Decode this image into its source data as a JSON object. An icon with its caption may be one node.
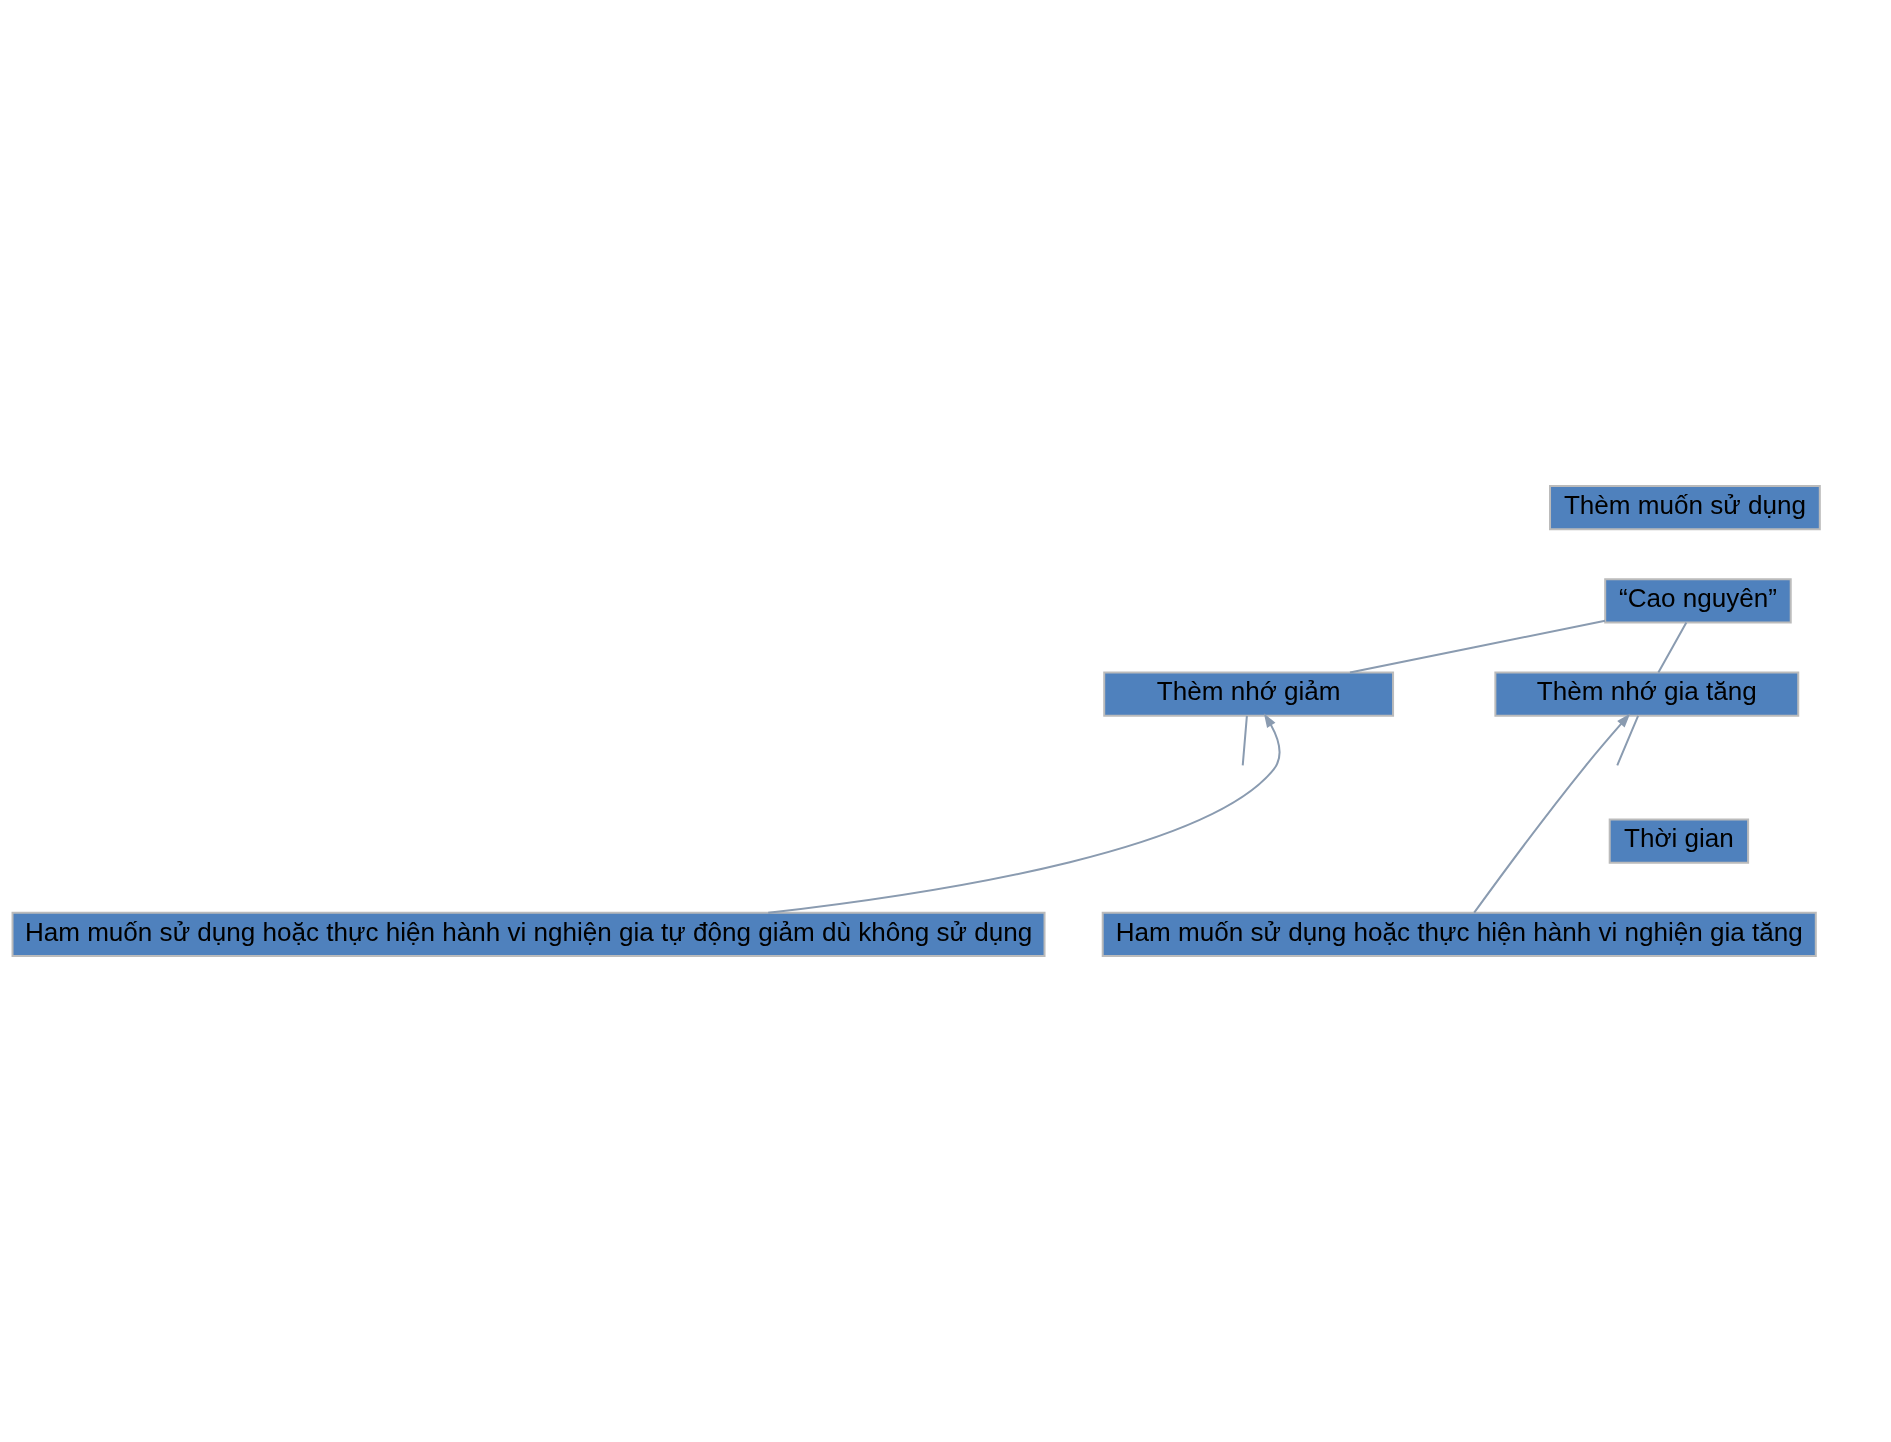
{
  "diagram": {
    "nodes": [
      {
        "text": [
          "Thèm muốn sử dụng"
        ]
      },
      {
        "text": [
          "“Cao nguyên”"
        ]
      },
      {
        "text": [
          "Thèm nhớ gia tăng"
        ]
      },
      {
        "text": [
          "Thèm nhớ giảm"
        ]
      },
      {
        "text": [
          "Thời gian"
        ]
      },
      {
        "text": [
          "Ham muốn sử dụng hoặc thực hiện hành vi nghiện gia tăng"
        ]
      },
      {
        "text": [
          "Ham muốn sử dụng hoặc thực hiện hành vi nghiện gia tự động giảm dù không sử dụng"
        ]
      }
    ],
    "edges": [
      {
        "from": null,
        "to": 2,
        "arrow": "none"
      },
      {
        "from": 2,
        "to": 1,
        "arrow": "none"
      },
      {
        "from": 1,
        "to": 3,
        "arrow": "none"
      },
      {
        "from": 3,
        "to": null,
        "arrow": "none"
      },
      {
        "from": 5,
        "to": 2,
        "arrow": "to"
      },
      {
        "from": 6,
        "to": 3,
        "arrow": "to"
      }
    ]
  }
}
